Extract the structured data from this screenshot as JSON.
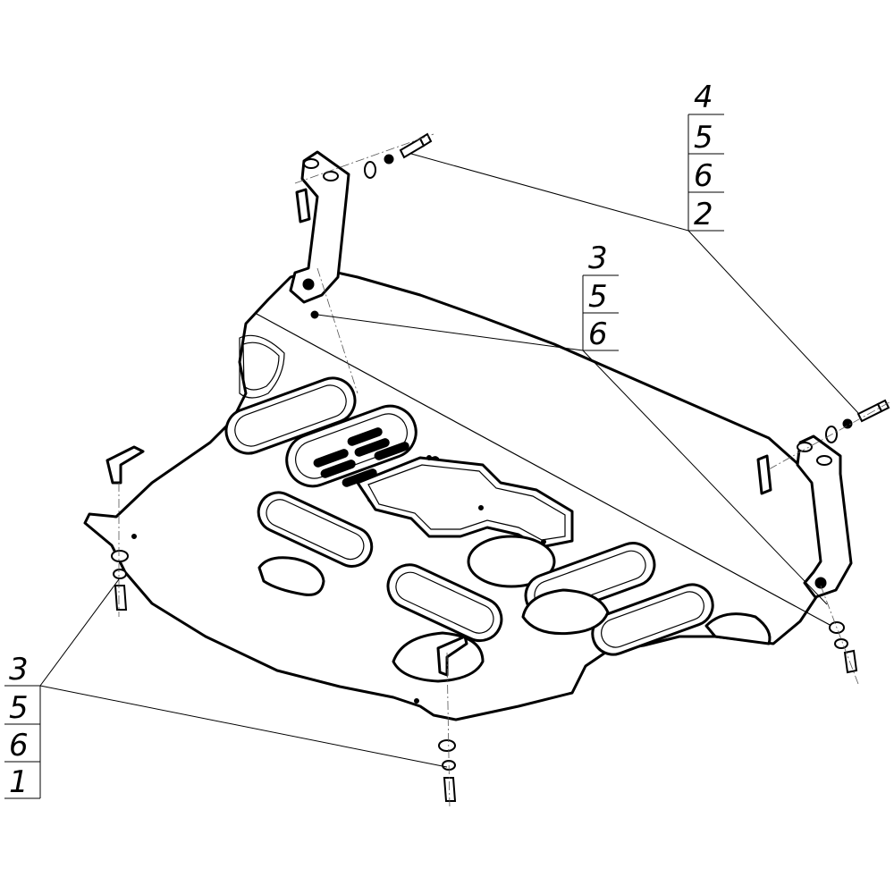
{
  "callouts": {
    "top_right": [
      "4",
      "5",
      "6",
      "2"
    ],
    "middle": [
      "3",
      "5",
      "6"
    ],
    "bottom_left": [
      "3",
      "5",
      "6",
      "1"
    ]
  }
}
